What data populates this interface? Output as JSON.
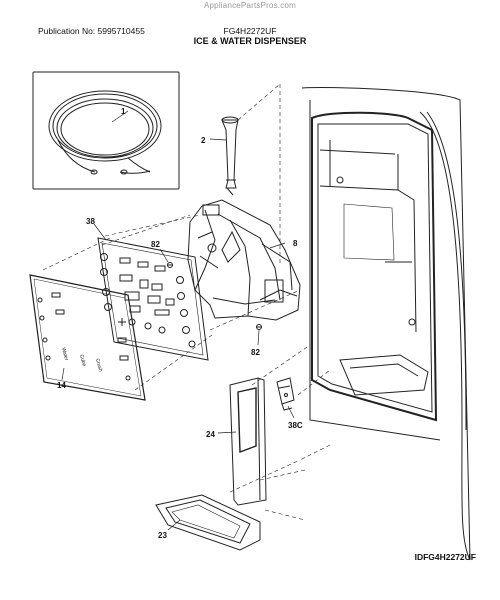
{
  "header": {
    "watermark": "AppliancePartsPros.com",
    "publication": "Publication No: 5995710455",
    "model": "FG4H2272UF",
    "title": "ICE & WATER DISPENSER"
  },
  "footer": {
    "diagram_id": "IDFG4H2272UF"
  },
  "callouts": {
    "c1": "1",
    "c2": "2",
    "c38": "38",
    "c82a": "82",
    "c8": "8",
    "c82b": "82",
    "c14": "14",
    "c24": "24",
    "c38c": "38C",
    "c23": "23"
  },
  "panel_text": {
    "water": "Water",
    "cube": "Cube",
    "crush": "Crush"
  }
}
